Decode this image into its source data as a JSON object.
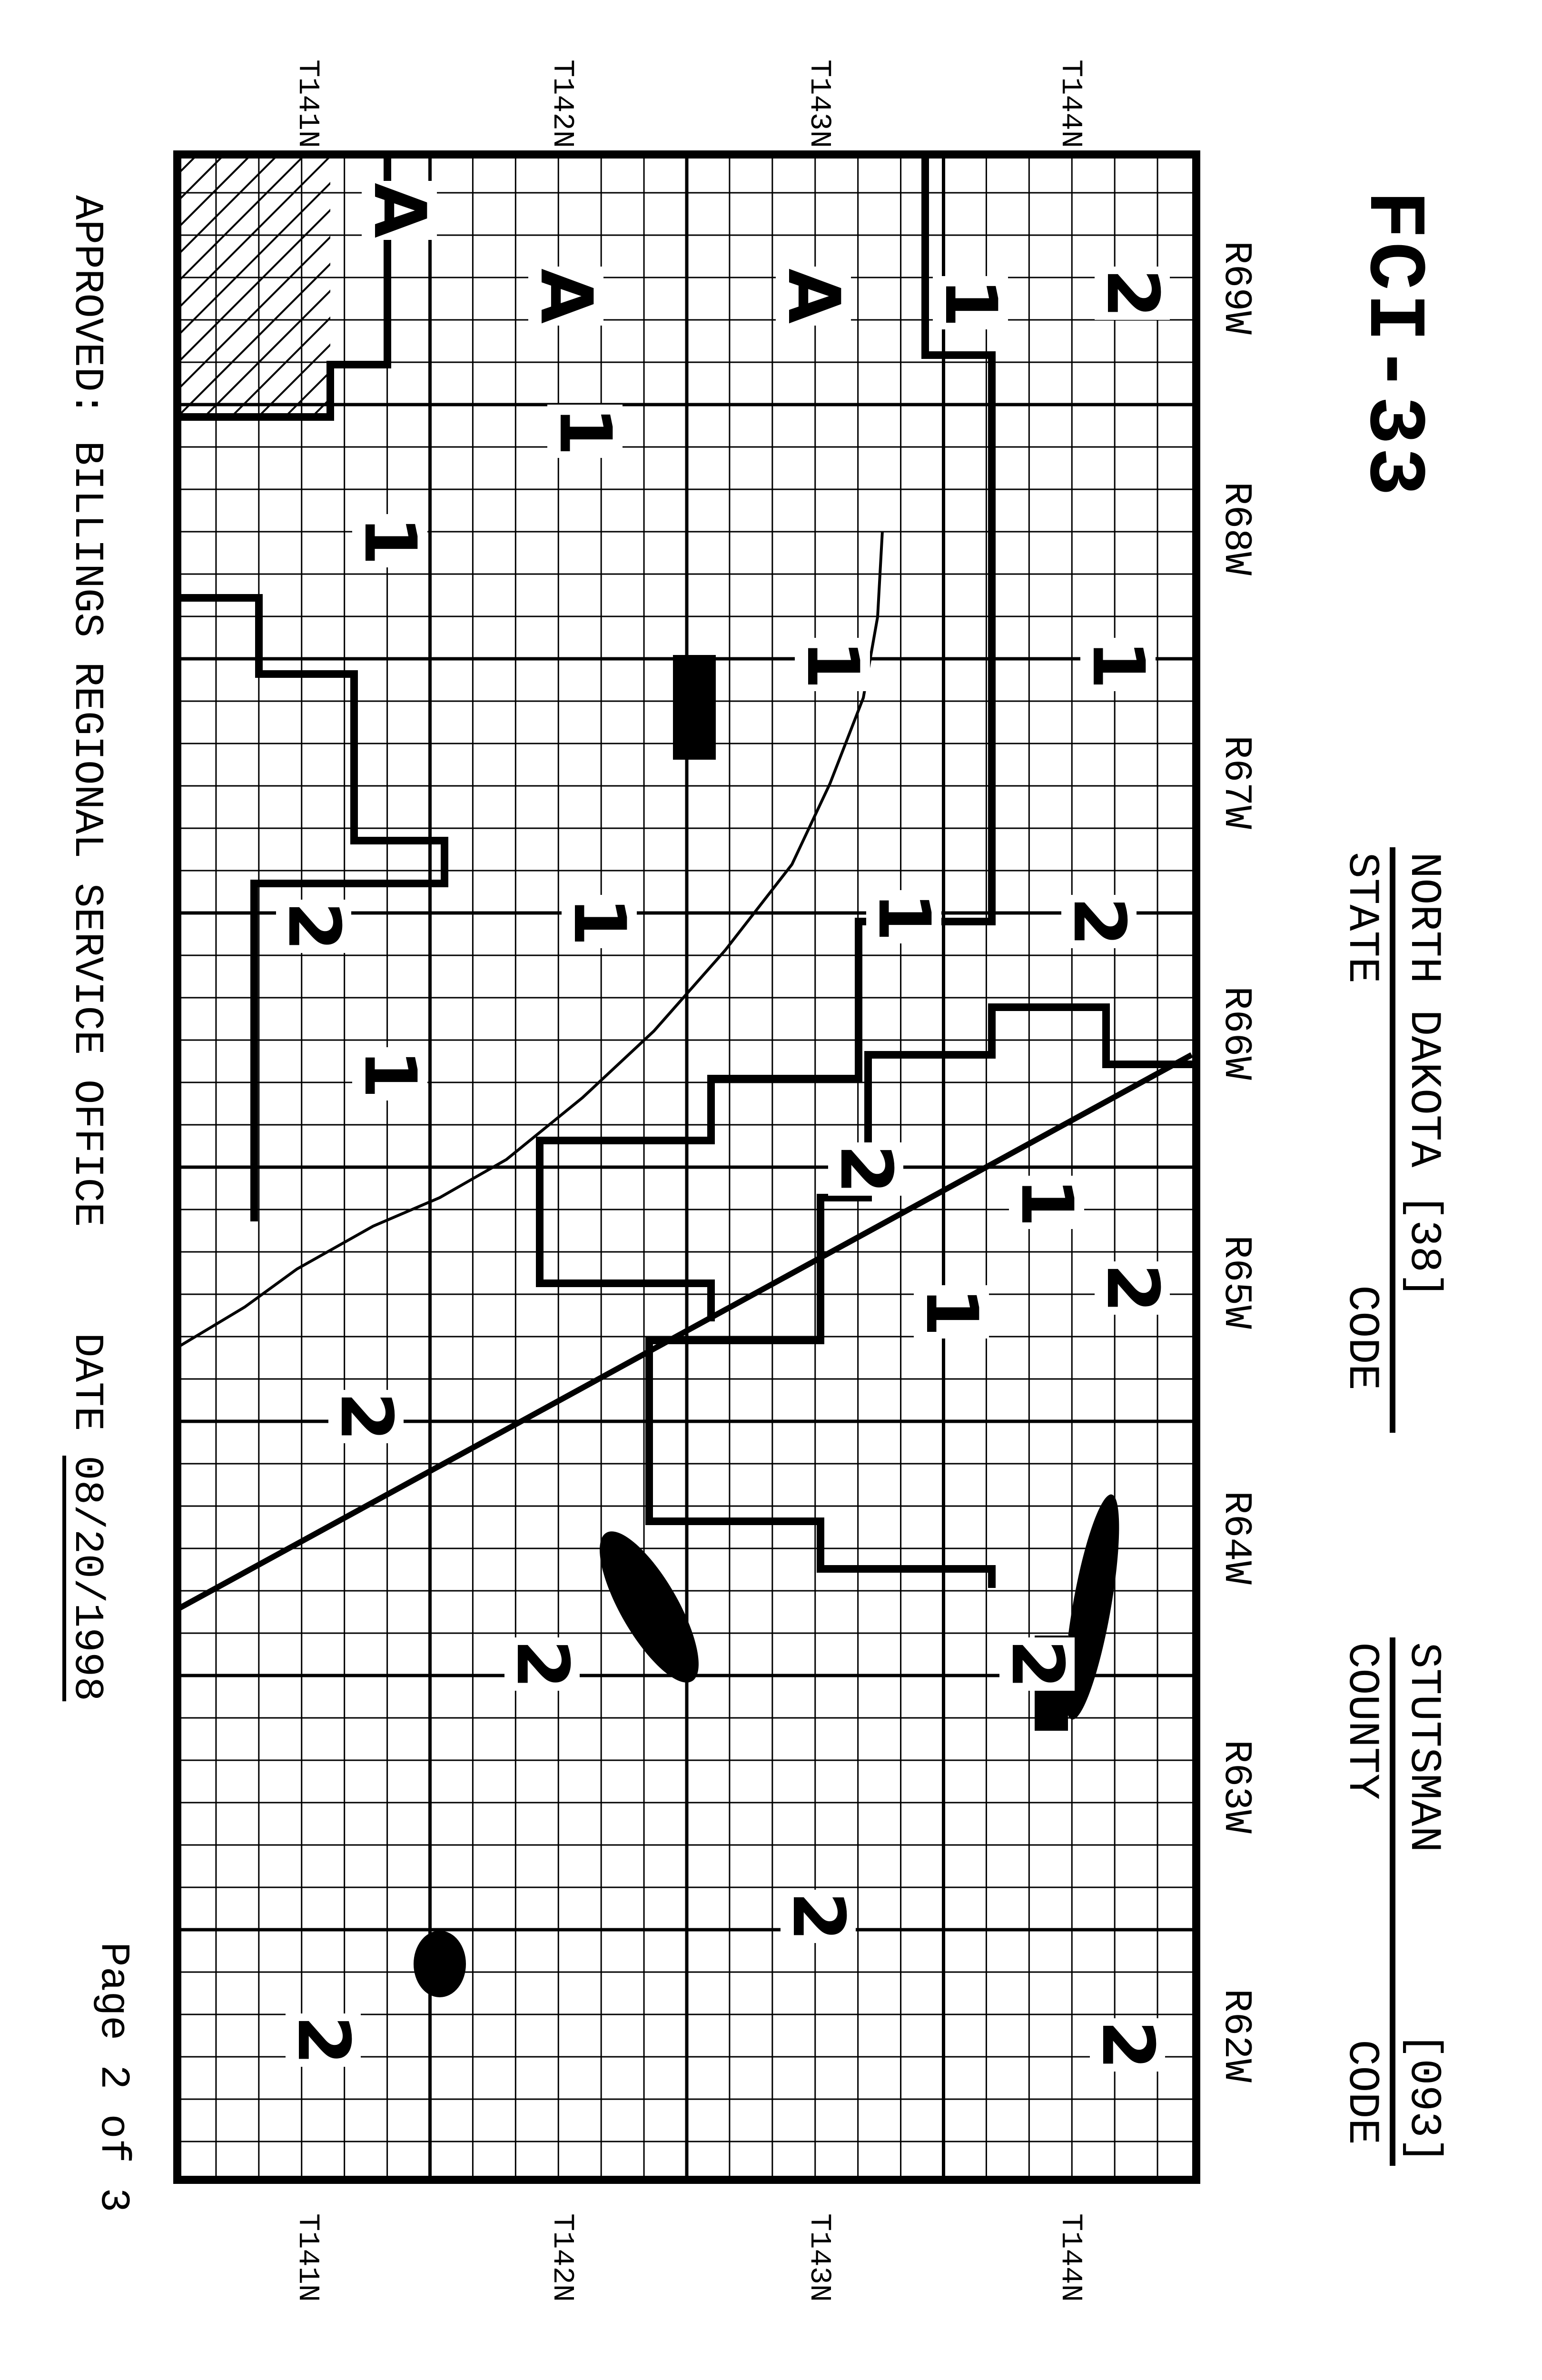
{
  "header": {
    "title": "FCI-33",
    "state_name": "NORTH DAKOTA",
    "state_code": "[38]",
    "state_label": "STATE",
    "state_code_label": "CODE",
    "county_name": "STUTSMAN",
    "county_code": "[093]",
    "county_label": "COUNTY",
    "county_code_label": "CODE"
  },
  "ranges": [
    "R69W",
    "R68W",
    "R67W",
    "R66W",
    "R65W",
    "R64W",
    "R63W",
    "R62W"
  ],
  "townships": [
    "T141N",
    "T142N",
    "T143N",
    "T144N"
  ],
  "zones": [
    "A",
    "A",
    "A",
    "1",
    "1",
    "1",
    "1",
    "1",
    "1",
    "1",
    "1",
    "1",
    "1",
    "2",
    "2",
    "2",
    "2",
    "2",
    "2",
    "2",
    "2",
    "2",
    "2",
    "2"
  ],
  "footer": {
    "approved": "APPROVED: BILLINGS REGIONAL SERVICE OFFICE",
    "date_label": "DATE",
    "date_value": "08/20/1998",
    "page": "Page 2 of 3"
  }
}
